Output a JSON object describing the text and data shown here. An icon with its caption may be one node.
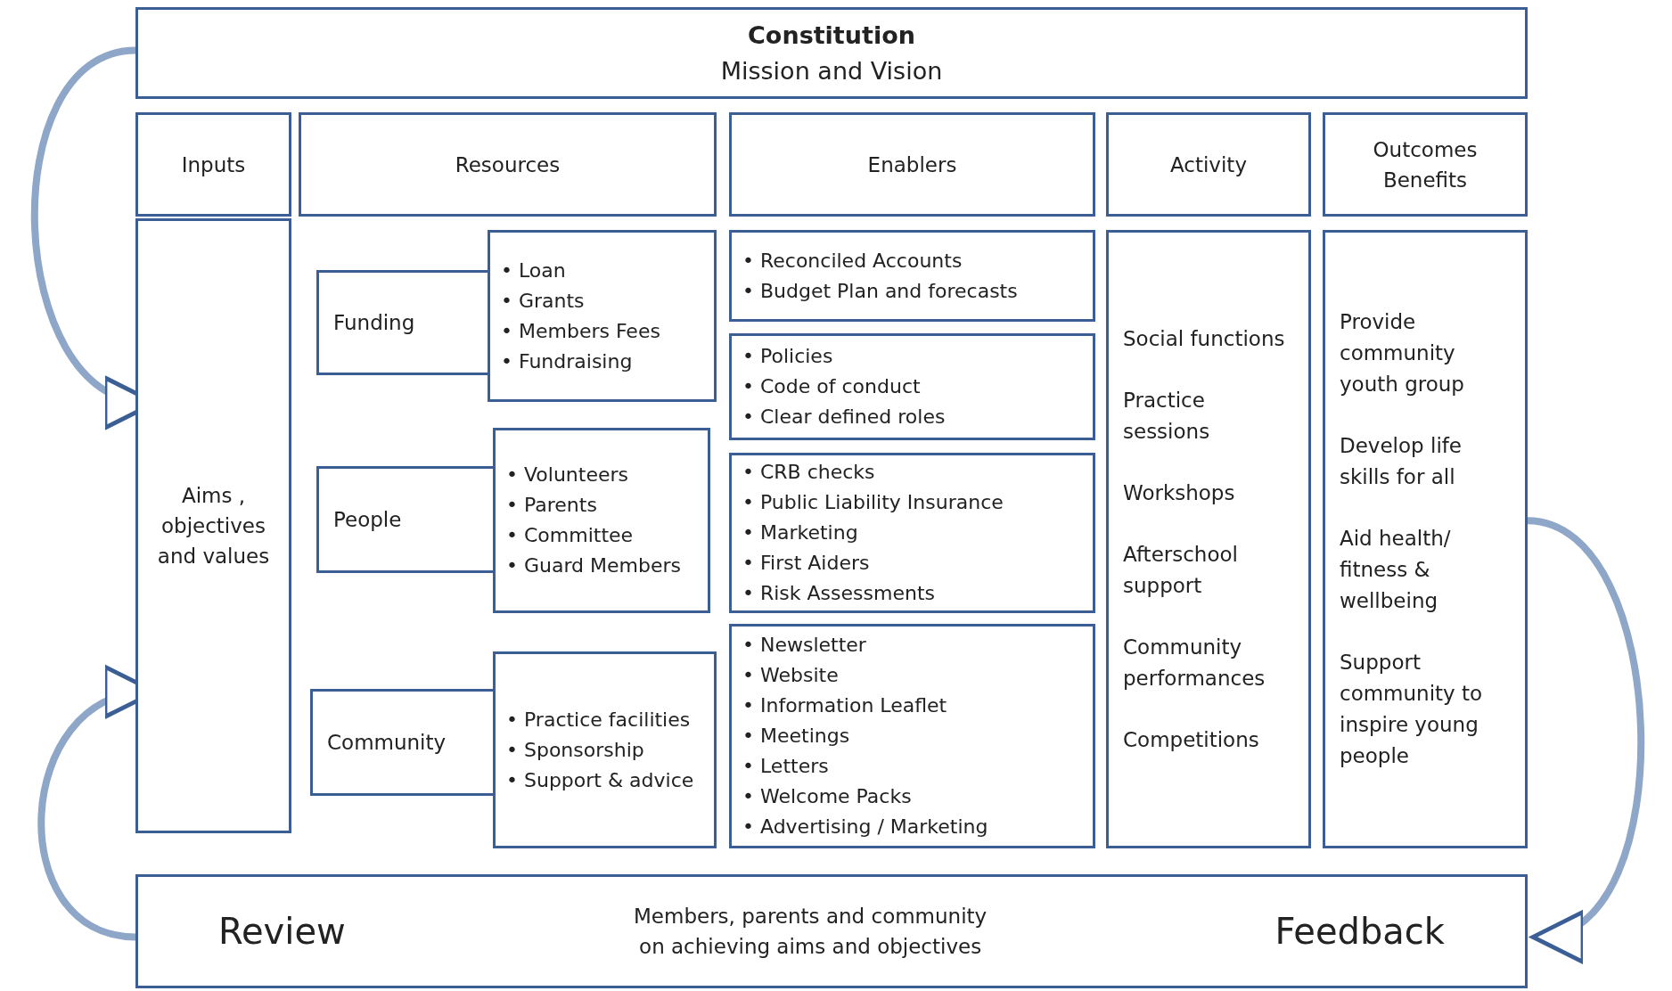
{
  "diagram": {
    "nodes": [
      {
        "text": [
          "Constitution",
          "Mission and Vision"
        ]
      },
      {
        "text": [
          "Inputs"
        ]
      },
      {
        "text": [
          "Resources"
        ]
      },
      {
        "text": [
          "Enablers"
        ]
      },
      {
        "text": [
          "Activity"
        ]
      },
      {
        "text": [
          "Outcomes Benefits"
        ]
      },
      {
        "text": [
          "Aims , objectives and values"
        ]
      },
      {
        "text": [
          "Funding"
        ]
      },
      {
        "text": [
          "• Loan",
          "• Grants",
          "• Members Fees",
          "• Fundraising"
        ]
      },
      {
        "text": [
          "People"
        ]
      },
      {
        "text": [
          "• Volunteers",
          "• Parents",
          "• Committee",
          "• Guard Members"
        ]
      },
      {
        "text": [
          "Community"
        ]
      },
      {
        "text": [
          "• Practice facilities",
          "• Sponsorship",
          "• Support & advice"
        ]
      },
      {
        "text": [
          "• Reconciled Accounts",
          "• Budget Plan and forecasts"
        ]
      },
      {
        "text": [
          "• Policies",
          "• Code of conduct",
          "• Clear defined roles"
        ]
      },
      {
        "text": [
          "• CRB checks",
          "• Public Liability Insurance",
          "• Marketing",
          "• First Aiders",
          "• Risk Assessments"
        ]
      },
      {
        "text": [
          "• Newsletter",
          "• Website",
          "• Information Leaflet",
          "• Meetings",
          "• Letters",
          "• Welcome Packs",
          "• Advertising / Marketing"
        ]
      },
      {
        "text": [
          "Social functions",
          "Practice sessions",
          "Workshops",
          "Afterschool support",
          "Community performances",
          "Competitions"
        ]
      },
      {
        "text": [
          "Provide community youth group",
          "Develop life skills for all",
          "Aid health/ fitness & wellbeing",
          "Support community to inspire young people"
        ]
      },
      {
        "text": [
          "Review",
          "Members, parents and community on achieving aims and objectives",
          "Feedback"
        ]
      }
    ],
    "edges": [
      {
        "from": 0,
        "to": 6,
        "arrow": "to"
      },
      {
        "from": 19,
        "to": 6,
        "arrow": "to"
      },
      {
        "from": 18,
        "to": 19,
        "arrow": "to"
      }
    ]
  }
}
